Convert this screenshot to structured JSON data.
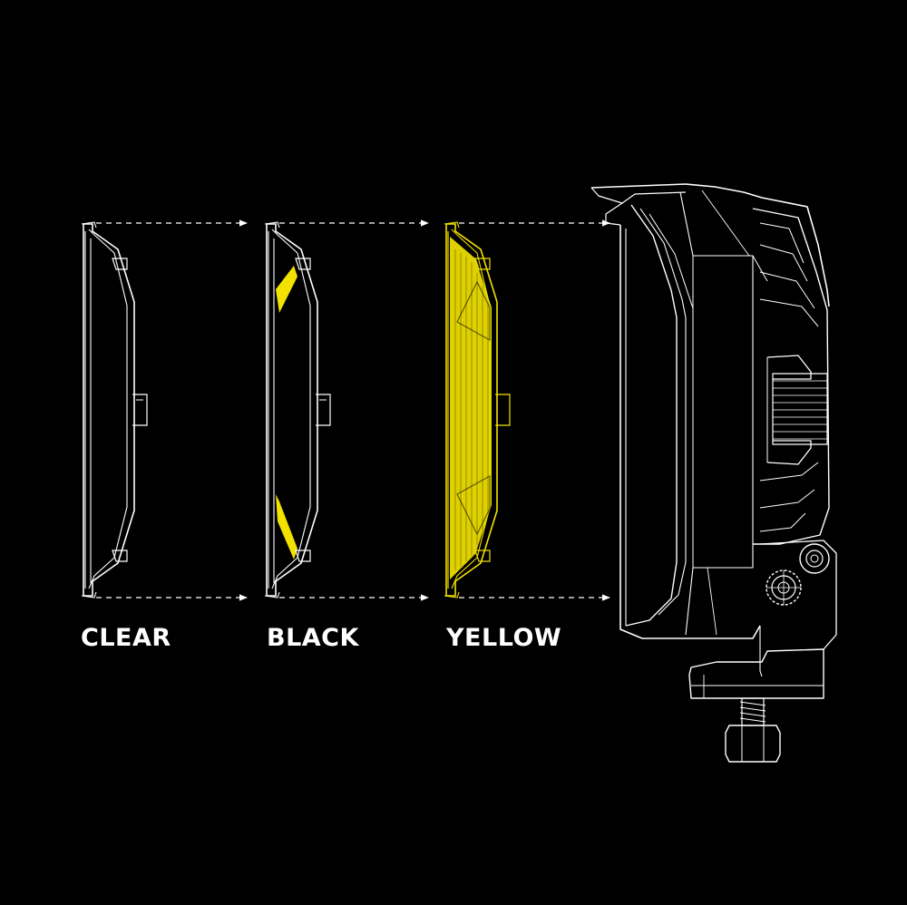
{
  "diagram": {
    "lens_options": [
      {
        "label": "CLEAR",
        "accent": "none"
      },
      {
        "label": "BLACK",
        "accent": "#f2e200"
      },
      {
        "label": "YELLOW",
        "accent": "#f2e200"
      }
    ]
  },
  "colors": {
    "background": "#000000",
    "linework": "#ffffff",
    "accent_yellow": "#f2e200"
  },
  "icons": [
    "lens-cover",
    "light-housing",
    "mounting-bolt",
    "adjustment-knob",
    "dashed-arrow"
  ]
}
